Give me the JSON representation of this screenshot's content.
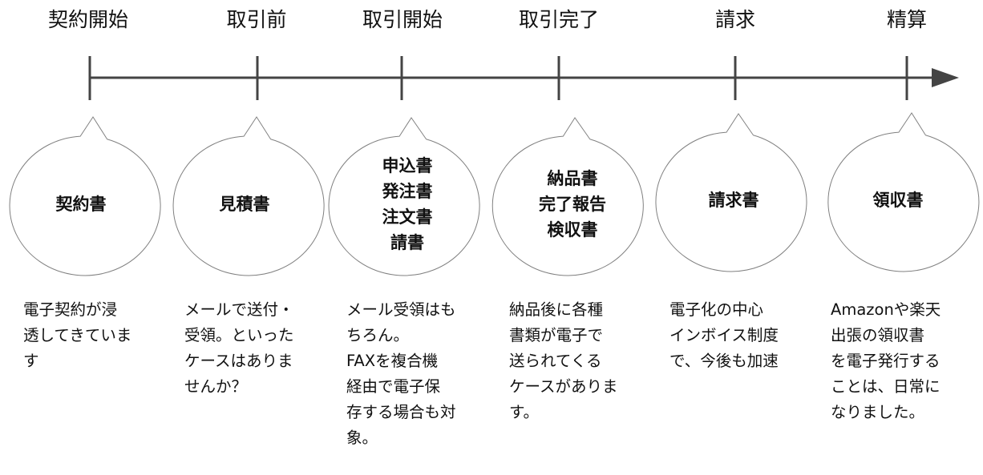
{
  "title": "取引フローと電子化される書類",
  "colors": {
    "axis": "#444444",
    "bubble_stroke": "#808080",
    "bubble_fill": "#ffffff",
    "text": "#111111"
  },
  "stages": [
    {
      "label": "契約開始",
      "documents": "契約書",
      "description": "電子契約が浸\n透してきていま\nす"
    },
    {
      "label": "取引前",
      "documents": "見積書",
      "description": "メールで送付・\n受領。といった\nケースはありま\nせんか？"
    },
    {
      "label": "取引開始",
      "documents": "申込書\n発注書\n注文書\n請書",
      "description": "メール受領はも\nちろん。\nFAXを複合機\n経由で電子保\n存する場合も対\n象。"
    },
    {
      "label": "取引完了",
      "documents": "納品書\n完了報告\n検収書",
      "description": "納品後に各種\n書類が電子で\n送られてくる\nケースがありま\nす。"
    },
    {
      "label": "請求",
      "documents": "請求書",
      "description": "電子化の中心\nインボイス制度\nで、今後も加速"
    },
    {
      "label": "精算",
      "documents": "領収書",
      "description": "Amazonや楽天\n出張の領収書\nを電子発行する\nことは、日常に\nなりました。"
    }
  ]
}
